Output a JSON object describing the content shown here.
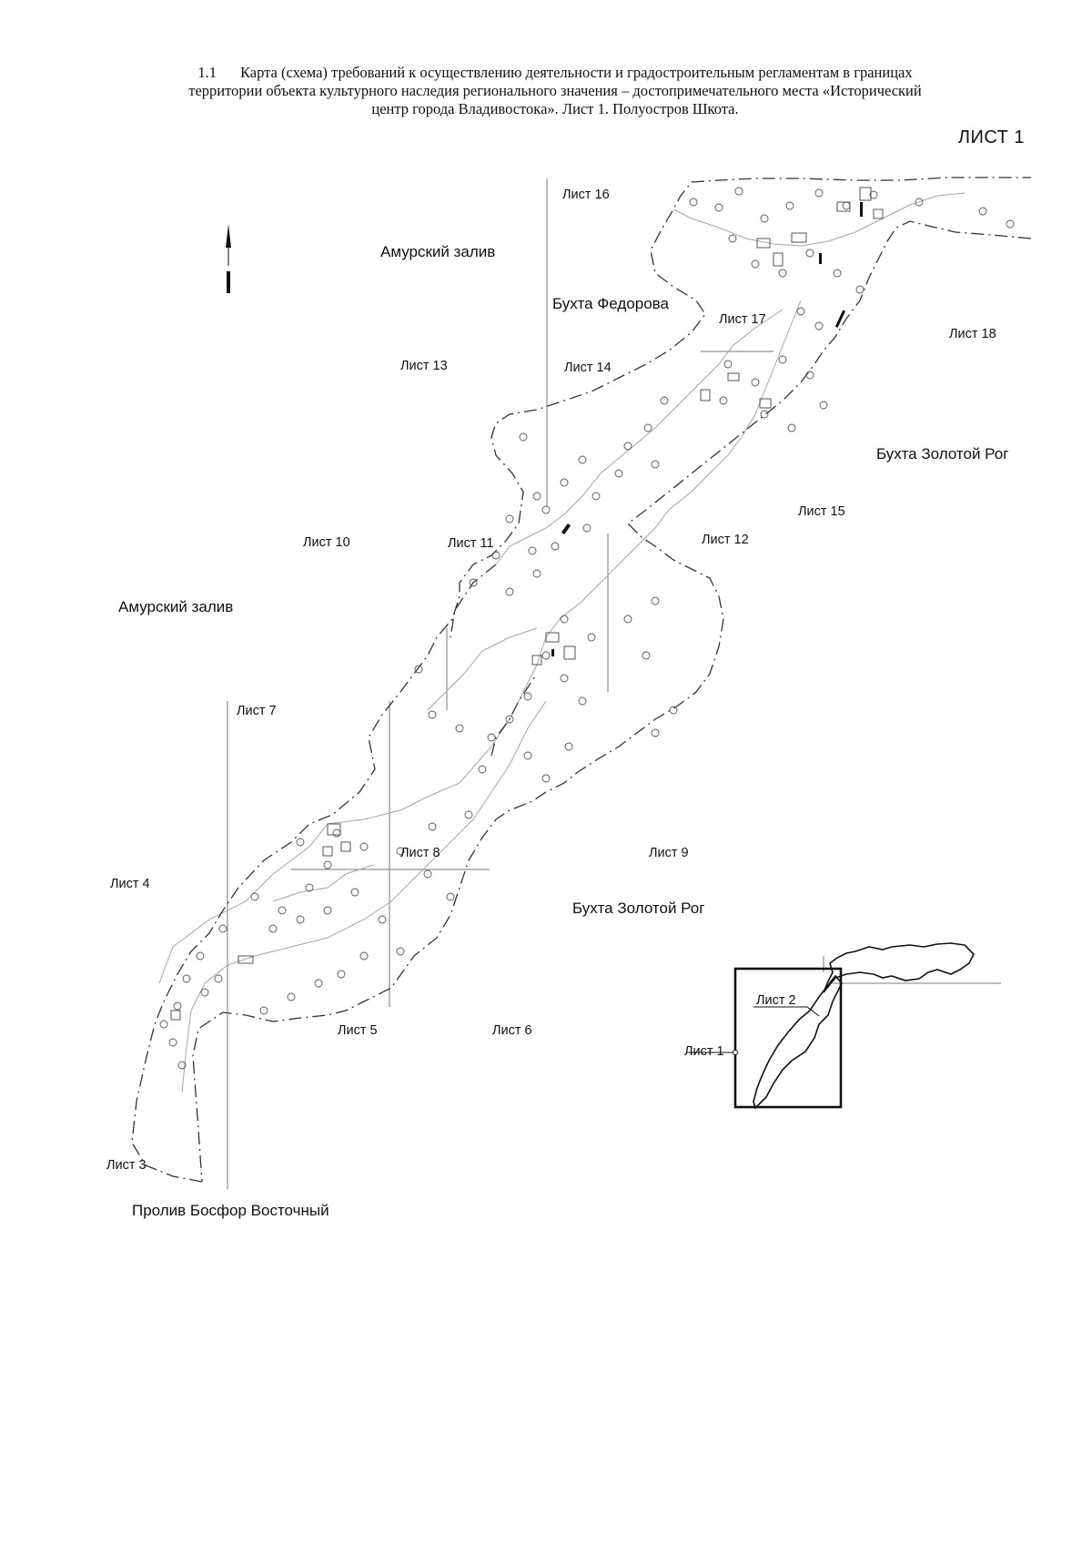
{
  "title": {
    "number": "1.1",
    "line1": "Карта (схема) требований к осуществлению деятельности и градостроительным регламентам в границах",
    "line2": "территории объекта культурного наследия регионального значения – достопримечательного места «Исторический",
    "line3": "центр города Владивостока». Лист 1. Полуостров Шкота."
  },
  "sheet_heading": "ЛИСТ 1",
  "water_labels": {
    "amur_top": "Амурский залив",
    "fedorova": "Бухта Федорова",
    "zolotoy_rog_right": "Бухта Золотой Рог",
    "amur_left": "Амурский залив",
    "zolotoy_rog_bottom": "Бухта Золотой Рог",
    "bosfor": "Пролив Босфор Восточный"
  },
  "sheet_labels": {
    "s3": "Лист 3",
    "s4": "Лист 4",
    "s5": "Лист 5",
    "s6": "Лист 6",
    "s7": "Лист 7",
    "s8": "Лист 8",
    "s9": "Лист 9",
    "s10": "Лист 10",
    "s11": "Лист 11",
    "s12": "Лист 12",
    "s13": "Лист 13",
    "s14": "Лист 14",
    "s15": "Лист 15",
    "s16": "Лист 16",
    "s17": "Лист 17",
    "s18": "Лист 18"
  },
  "inset": {
    "sheet1": "Лист 1",
    "sheet2": "Лист 2"
  },
  "colors": {
    "ink": "#111111",
    "boundary": "#333333",
    "light_detail": "#9a9a9a"
  },
  "icons": [
    "north-arrow-icon"
  ]
}
